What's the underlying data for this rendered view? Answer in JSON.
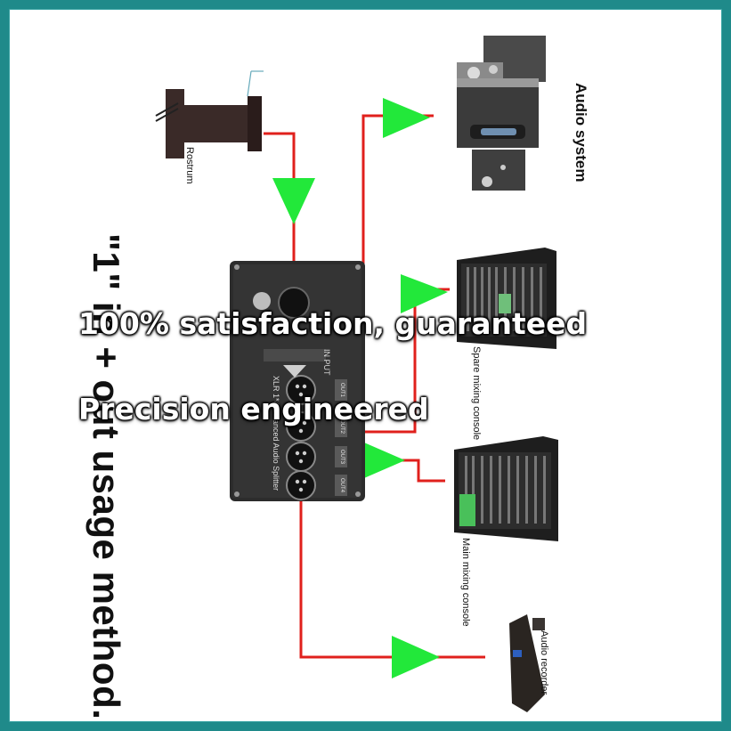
{
  "title": "\"1\" in + out usage method.",
  "labels": {
    "audio_system": "Audio system",
    "rostrum": "Rostrum",
    "spare_console": "Spare mixing console",
    "main_console": "Main mixing console",
    "audio_recorder": "Audio recorder"
  },
  "splitter": {
    "model_text": "XLR 1*4 Balanced Audio Splitter",
    "in_label": "IN PUT",
    "out_labels": [
      "OUT1",
      "OUT2",
      "OUT3",
      "OUT4"
    ]
  },
  "overlay": {
    "line1": "100% satisfaction, guaranteed",
    "line2": "Precision engineered"
  },
  "colors": {
    "frame": "#1f8a8a",
    "cable": "#e0201c",
    "arrow": "#22e83a",
    "device": "#2b2b2b"
  }
}
